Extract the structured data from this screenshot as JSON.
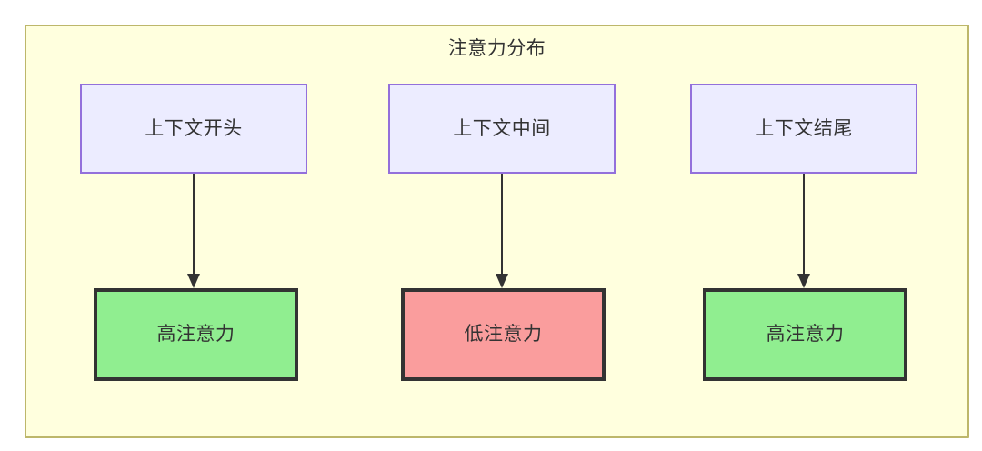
{
  "diagram": {
    "title": "注意力分布",
    "type": "flowchart",
    "colors": {
      "cluster_background": "#ffffde",
      "cluster_border": "#bdb76b",
      "context_node_background": "#ececff",
      "context_node_border": "#9370db",
      "high_attention_background": "#90ee90",
      "low_attention_background": "#fa9d9d",
      "result_node_border": "#333333",
      "edge_color": "#333333",
      "text_color": "#333333"
    },
    "columns": [
      {
        "id": "start",
        "context_label": "上下文开头",
        "result_label": "高注意力",
        "attention_level": "high"
      },
      {
        "id": "middle",
        "context_label": "上下文中间",
        "result_label": "低注意力",
        "attention_level": "low"
      },
      {
        "id": "end",
        "context_label": "上下文结尾",
        "result_label": "高注意力",
        "attention_level": "high"
      }
    ],
    "edges": [
      {
        "from": "上下文开头",
        "to": "高注意力",
        "arrow": "down-arrow"
      },
      {
        "from": "上下文中间",
        "to": "低注意力",
        "arrow": "down-arrow"
      },
      {
        "from": "上下文结尾",
        "to": "高注意力",
        "arrow": "down-arrow"
      }
    ]
  }
}
